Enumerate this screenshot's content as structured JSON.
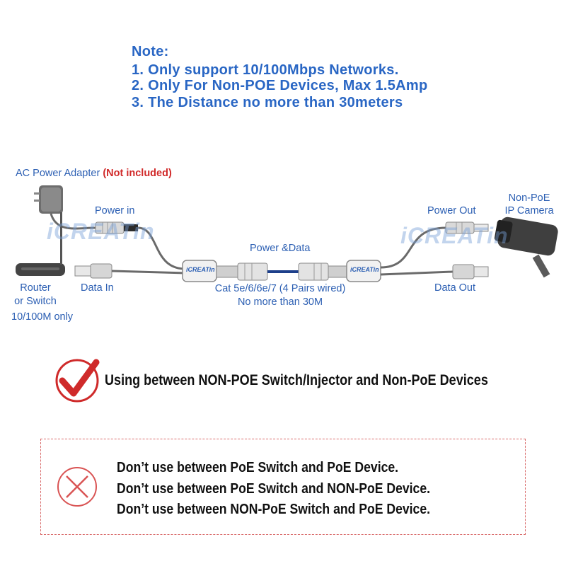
{
  "note": {
    "title": "Note:",
    "line1": "1. Only support 10/100Mbps Networks.",
    "line2": "2. Only For Non-POE Devices,  Max 1.5Amp",
    "line3": "3. The Distance no more than 30meters"
  },
  "diagram": {
    "ac_adapter": "AC Power Adapter",
    "not_included": "(Not included)",
    "power_in": "Power in",
    "data_in": "Data In",
    "router": "Router",
    "or_switch": "or Switch",
    "only": "10/100M only",
    "power_data": "Power &Data",
    "cable_line1": "Cat 5e/6/6e/7 (4 Pairs wired)",
    "cable_line2": "No more than 30M",
    "power_out": "Power Out",
    "data_out": "Data Out",
    "camera_line1": "Non-PoE",
    "camera_line2": "IP Camera",
    "brand": "iCREATin",
    "watermark": "iCREATin"
  },
  "usage": {
    "ok": "Using between NON-POE Switch/Injector and Non-PoE Devices",
    "dont1": "Don’t use between PoE Switch and PoE Device.",
    "dont2": "Don’t use between PoE Switch and NON-PoE Device.",
    "dont3": "Don’t use between NON-PoE Switch and PoE Device."
  },
  "colors": {
    "note_blue": "#2966c4",
    "label_blue": "#2c5fb3",
    "red": "#d12a2a",
    "cable_blue": "#1d3f8a"
  },
  "icons": [
    "check-icon",
    "cross-icon",
    "power-adapter-icon",
    "router-icon",
    "camera-icon"
  ]
}
